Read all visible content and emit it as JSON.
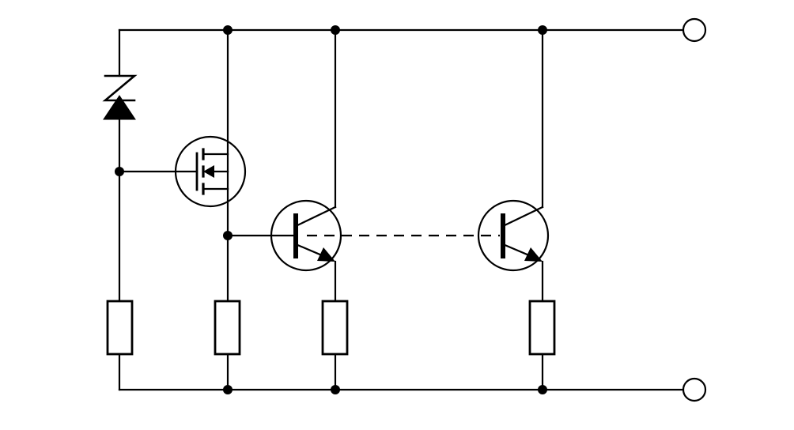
{
  "diagram": {
    "kind": "circuit-schematic",
    "line_color": "#000000",
    "background": "#ffffff",
    "components": [
      {
        "type": "zener-diode",
        "name": "zener-diode"
      },
      {
        "type": "mosfet",
        "name": "mosfet"
      },
      {
        "type": "npn-transistor",
        "name": "transistor-1"
      },
      {
        "type": "npn-transistor",
        "name": "transistor-2"
      },
      {
        "type": "resistor",
        "name": "resistor-1"
      },
      {
        "type": "resistor",
        "name": "resistor-2"
      },
      {
        "type": "resistor",
        "name": "resistor-3"
      },
      {
        "type": "resistor",
        "name": "resistor-4"
      }
    ],
    "terminals": [
      {
        "name": "terminal-top"
      },
      {
        "name": "terminal-bottom"
      }
    ],
    "repeat_indicator": "dashed-line"
  }
}
